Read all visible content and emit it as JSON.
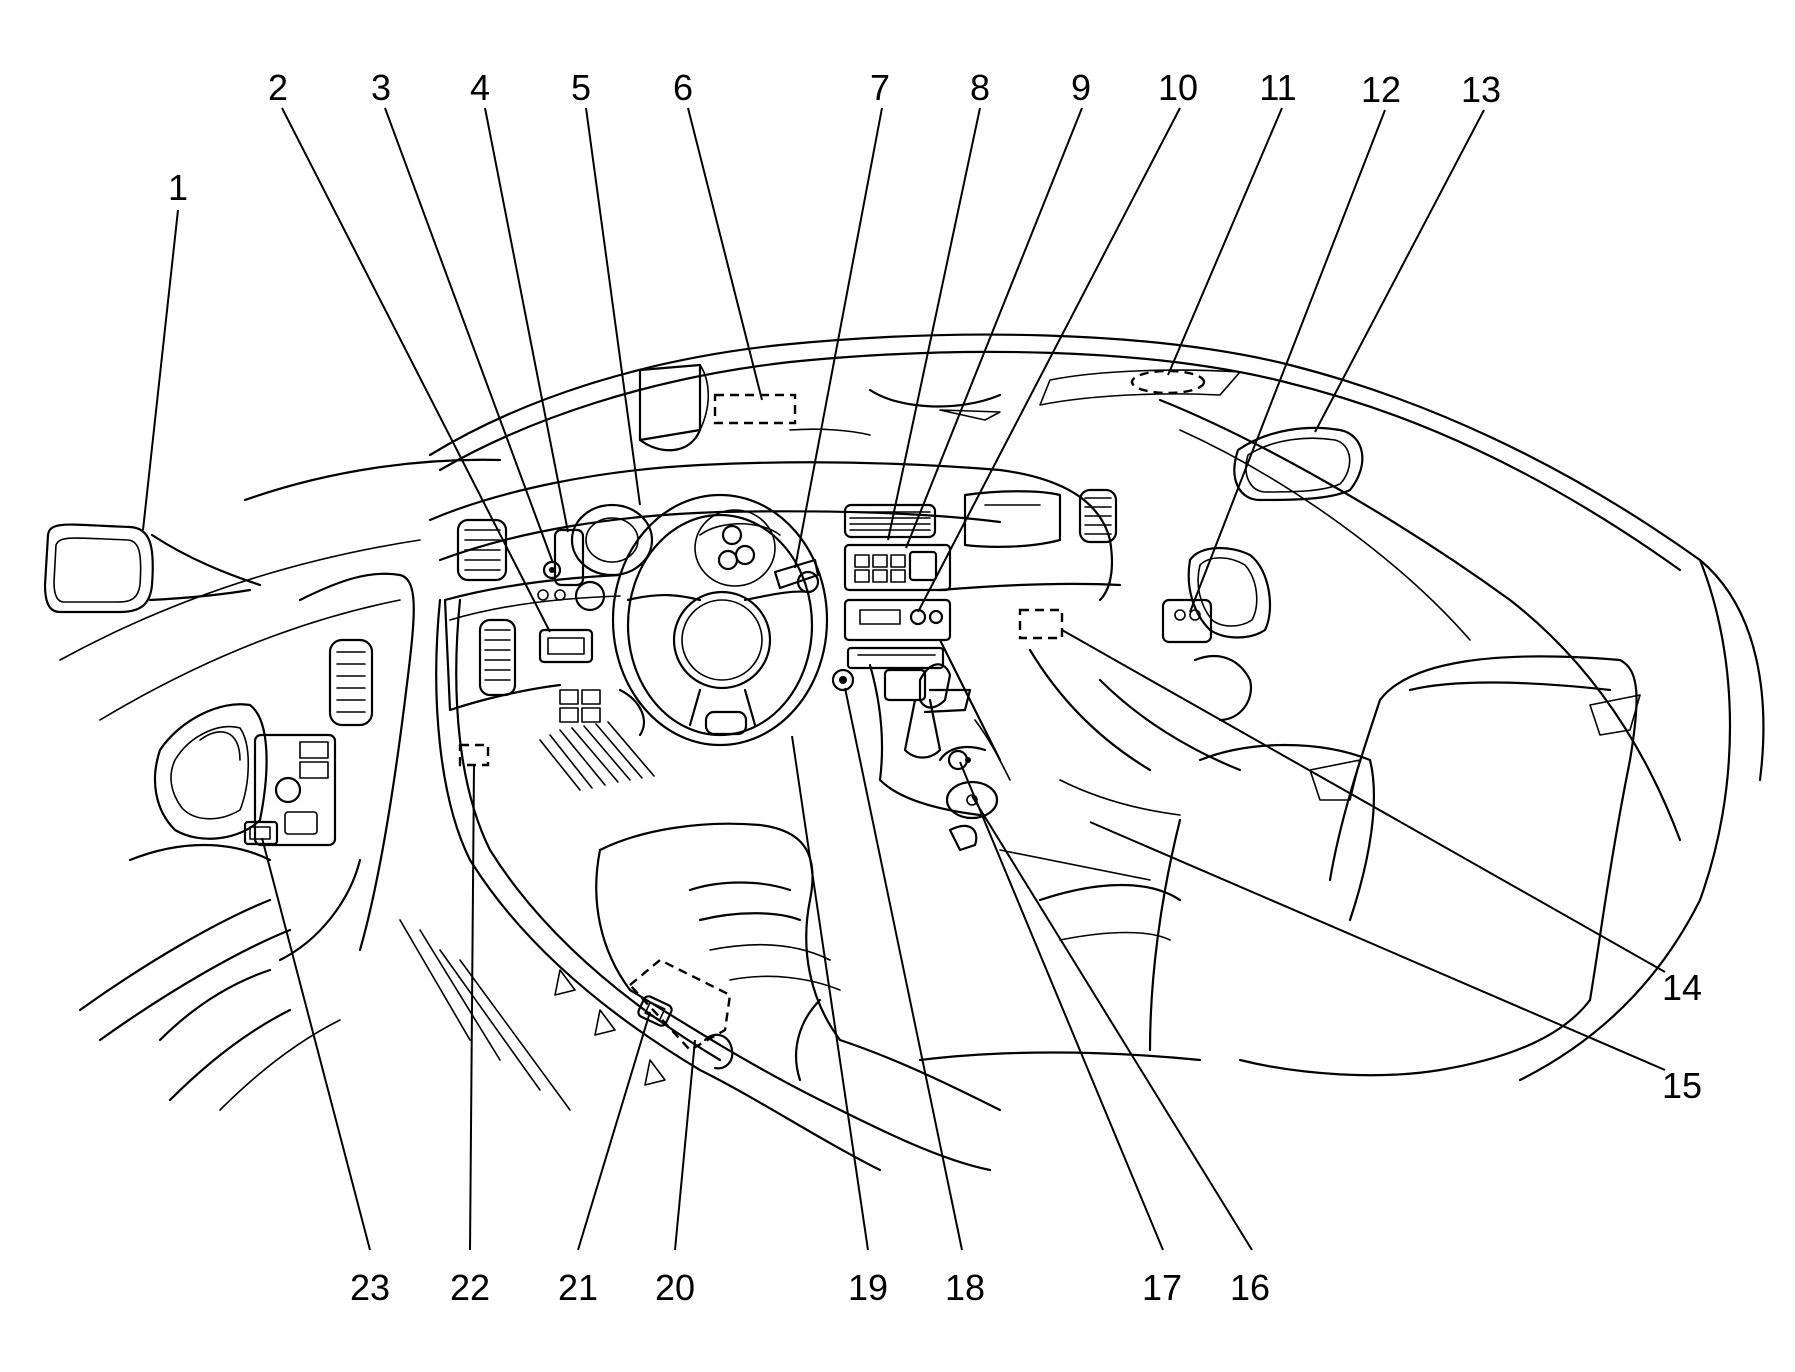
{
  "figure": {
    "callouts": [
      {
        "id": "1",
        "text": "1",
        "target": "left outside rearview mirror"
      },
      {
        "id": "2",
        "text": "2"
      },
      {
        "id": "3",
        "text": "3"
      },
      {
        "id": "4",
        "text": "4"
      },
      {
        "id": "5",
        "text": "5"
      },
      {
        "id": "6",
        "text": "6"
      },
      {
        "id": "7",
        "text": "7"
      },
      {
        "id": "8",
        "text": "8"
      },
      {
        "id": "9",
        "text": "9"
      },
      {
        "id": "10",
        "text": "10"
      },
      {
        "id": "11",
        "text": "11"
      },
      {
        "id": "12",
        "text": "12"
      },
      {
        "id": "13",
        "text": "13"
      },
      {
        "id": "14",
        "text": "14"
      },
      {
        "id": "15",
        "text": "15"
      },
      {
        "id": "16",
        "text": "16"
      },
      {
        "id": "17",
        "text": "17"
      },
      {
        "id": "18",
        "text": "18"
      },
      {
        "id": "19",
        "text": "19"
      },
      {
        "id": "20",
        "text": "20"
      },
      {
        "id": "21",
        "text": "21"
      },
      {
        "id": "22",
        "text": "22"
      },
      {
        "id": "23",
        "text": "23"
      }
    ]
  }
}
